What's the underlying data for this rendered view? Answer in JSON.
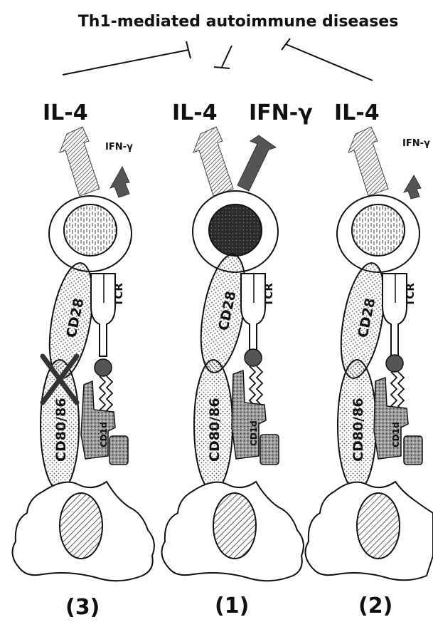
{
  "title": "Th1-mediated autoimmune diseases",
  "cells": [
    {
      "id": "3",
      "label": "(3)",
      "il4": "IL-4",
      "ifn": "IFN-γ",
      "tcr": "TCR",
      "cd28": "CD28",
      "cd80": "CD80/86",
      "cd1d": "CD1d",
      "ifn_strength": "weak",
      "nucleus": "light",
      "costim_blocked": true
    },
    {
      "id": "1",
      "label": "(1)",
      "il4": "IL-4",
      "ifn": "IFN-γ",
      "tcr": "TCR",
      "cd28": "CD28",
      "cd80": "CD80/86",
      "cd1d": "CD1d",
      "ifn_strength": "strong",
      "nucleus": "dark",
      "costim_blocked": false
    },
    {
      "id": "2",
      "label": "(2)",
      "il4": "IL-4",
      "ifn": "IFN-γ",
      "tcr": "TCR",
      "cd28": "CD28",
      "cd80": "CD80/86",
      "cd1d": "CD1d",
      "ifn_strength": "weak",
      "nucleus": "light",
      "costim_blocked": false
    }
  ],
  "colors": {
    "ink": "#111111",
    "hatch": "#555555",
    "dark_nucleus": "#2b2b2b",
    "stipple": "#8a8a8a",
    "arrow": "#6a6a6a"
  }
}
